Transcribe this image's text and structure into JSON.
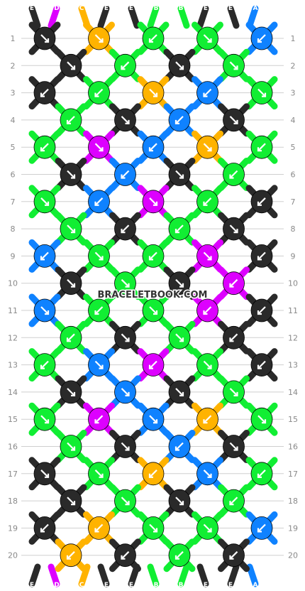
{
  "colors": {
    "E": "#2a2a2a",
    "D": "#dd00ff",
    "C": "#ffb300",
    "B": "#11ee33",
    "A": "#0f82ff"
  },
  "top_strands": [
    "E",
    "D",
    "C",
    "E",
    "E",
    "B",
    "B",
    "E",
    "E",
    "A"
  ],
  "bottom_strands": [
    "E",
    "D",
    "C",
    "E",
    "E",
    "B",
    "B",
    "E",
    "E",
    "A"
  ],
  "watermark": "BRACELETBOOK.COM",
  "rows": [
    {
      "n": "1",
      "knots": [
        [
          "E",
          "dr"
        ],
        [
          "C",
          "dr"
        ],
        [
          "B",
          "dl"
        ],
        [
          "B",
          "dr"
        ],
        [
          "A",
          "dl"
        ]
      ]
    },
    {
      "n": "2",
      "knots": [
        [
          "E",
          "dr"
        ],
        [
          "B",
          "dl"
        ],
        [
          "E",
          "dr"
        ],
        [
          "B",
          "dr"
        ]
      ]
    },
    {
      "n": "3",
      "knots": [
        [
          "E",
          "dl"
        ],
        [
          "B",
          "dl"
        ],
        [
          "C",
          "dr"
        ],
        [
          "A",
          "dl"
        ],
        [
          "B",
          "dr"
        ]
      ]
    },
    {
      "n": "4",
      "knots": [
        [
          "B",
          "dl"
        ],
        [
          "E",
          "dr"
        ],
        [
          "A",
          "dl"
        ],
        [
          "E",
          "dr"
        ]
      ]
    },
    {
      "n": "5",
      "knots": [
        [
          "B",
          "dl"
        ],
        [
          "D",
          "dr"
        ],
        [
          "A",
          "dl"
        ],
        [
          "C",
          "dr"
        ],
        [
          "B",
          "dl"
        ]
      ]
    },
    {
      "n": "6",
      "knots": [
        [
          "E",
          "dr"
        ],
        [
          "A",
          "dl"
        ],
        [
          "E",
          "dr"
        ],
        [
          "B",
          "dl"
        ]
      ]
    },
    {
      "n": "7",
      "knots": [
        [
          "B",
          "dr"
        ],
        [
          "A",
          "dl"
        ],
        [
          "D",
          "dr"
        ],
        [
          "B",
          "dl"
        ],
        [
          "E",
          "dl"
        ]
      ]
    },
    {
      "n": "8",
      "knots": [
        [
          "B",
          "dr"
        ],
        [
          "E",
          "dl"
        ],
        [
          "B",
          "dl"
        ],
        [
          "E",
          "dr"
        ]
      ]
    },
    {
      "n": "9",
      "knots": [
        [
          "A",
          "dl"
        ],
        [
          "B",
          "dr"
        ],
        [
          "B",
          "dl"
        ],
        [
          "D",
          "dr"
        ],
        [
          "E",
          "dl"
        ]
      ]
    },
    {
      "n": "10",
      "knots": [
        [
          "E",
          "dr"
        ],
        [
          "B",
          "dr"
        ],
        [
          "E",
          "dr"
        ],
        [
          "D",
          "dl"
        ]
      ]
    },
    {
      "n": "11",
      "knots": [
        [
          "A",
          "dr"
        ],
        [
          "B",
          "dl"
        ],
        [
          "B",
          "dr"
        ],
        [
          "D",
          "dl"
        ],
        [
          "E",
          "dl"
        ]
      ]
    },
    {
      "n": "12",
      "knots": [
        [
          "B",
          "dl"
        ],
        [
          "E",
          "dr"
        ],
        [
          "B",
          "dr"
        ],
        [
          "E",
          "dl"
        ]
      ]
    },
    {
      "n": "13",
      "knots": [
        [
          "B",
          "dl"
        ],
        [
          "A",
          "dr"
        ],
        [
          "D",
          "dl"
        ],
        [
          "B",
          "dr"
        ],
        [
          "E",
          "dl"
        ]
      ]
    },
    {
      "n": "14",
      "knots": [
        [
          "E",
          "dr"
        ],
        [
          "A",
          "dr"
        ],
        [
          "E",
          "dr"
        ],
        [
          "B",
          "dr"
        ]
      ]
    },
    {
      "n": "15",
      "knots": [
        [
          "B",
          "dr"
        ],
        [
          "D",
          "dl"
        ],
        [
          "A",
          "dr"
        ],
        [
          "C",
          "dl"
        ],
        [
          "B",
          "dr"
        ]
      ]
    },
    {
      "n": "16",
      "knots": [
        [
          "B",
          "dr"
        ],
        [
          "E",
          "dr"
        ],
        [
          "A",
          "dl"
        ],
        [
          "E",
          "dr"
        ]
      ]
    },
    {
      "n": "17",
      "knots": [
        [
          "E",
          "dr"
        ],
        [
          "B",
          "dr"
        ],
        [
          "C",
          "dl"
        ],
        [
          "A",
          "dr"
        ],
        [
          "B",
          "dl"
        ]
      ]
    },
    {
      "n": "18",
      "knots": [
        [
          "E",
          "dr"
        ],
        [
          "B",
          "dr"
        ],
        [
          "E",
          "dr"
        ],
        [
          "B",
          "dl"
        ]
      ]
    },
    {
      "n": "19",
      "knots": [
        [
          "E",
          "dl"
        ],
        [
          "C",
          "dl"
        ],
        [
          "B",
          "dr"
        ],
        [
          "B",
          "dr"
        ],
        [
          "A",
          "dl"
        ]
      ]
    },
    {
      "n": "20",
      "knots": [
        [
          "C",
          "dl"
        ],
        [
          "E",
          "dl"
        ],
        [
          "B",
          "dl"
        ],
        [
          "E",
          "dl"
        ]
      ]
    }
  ]
}
